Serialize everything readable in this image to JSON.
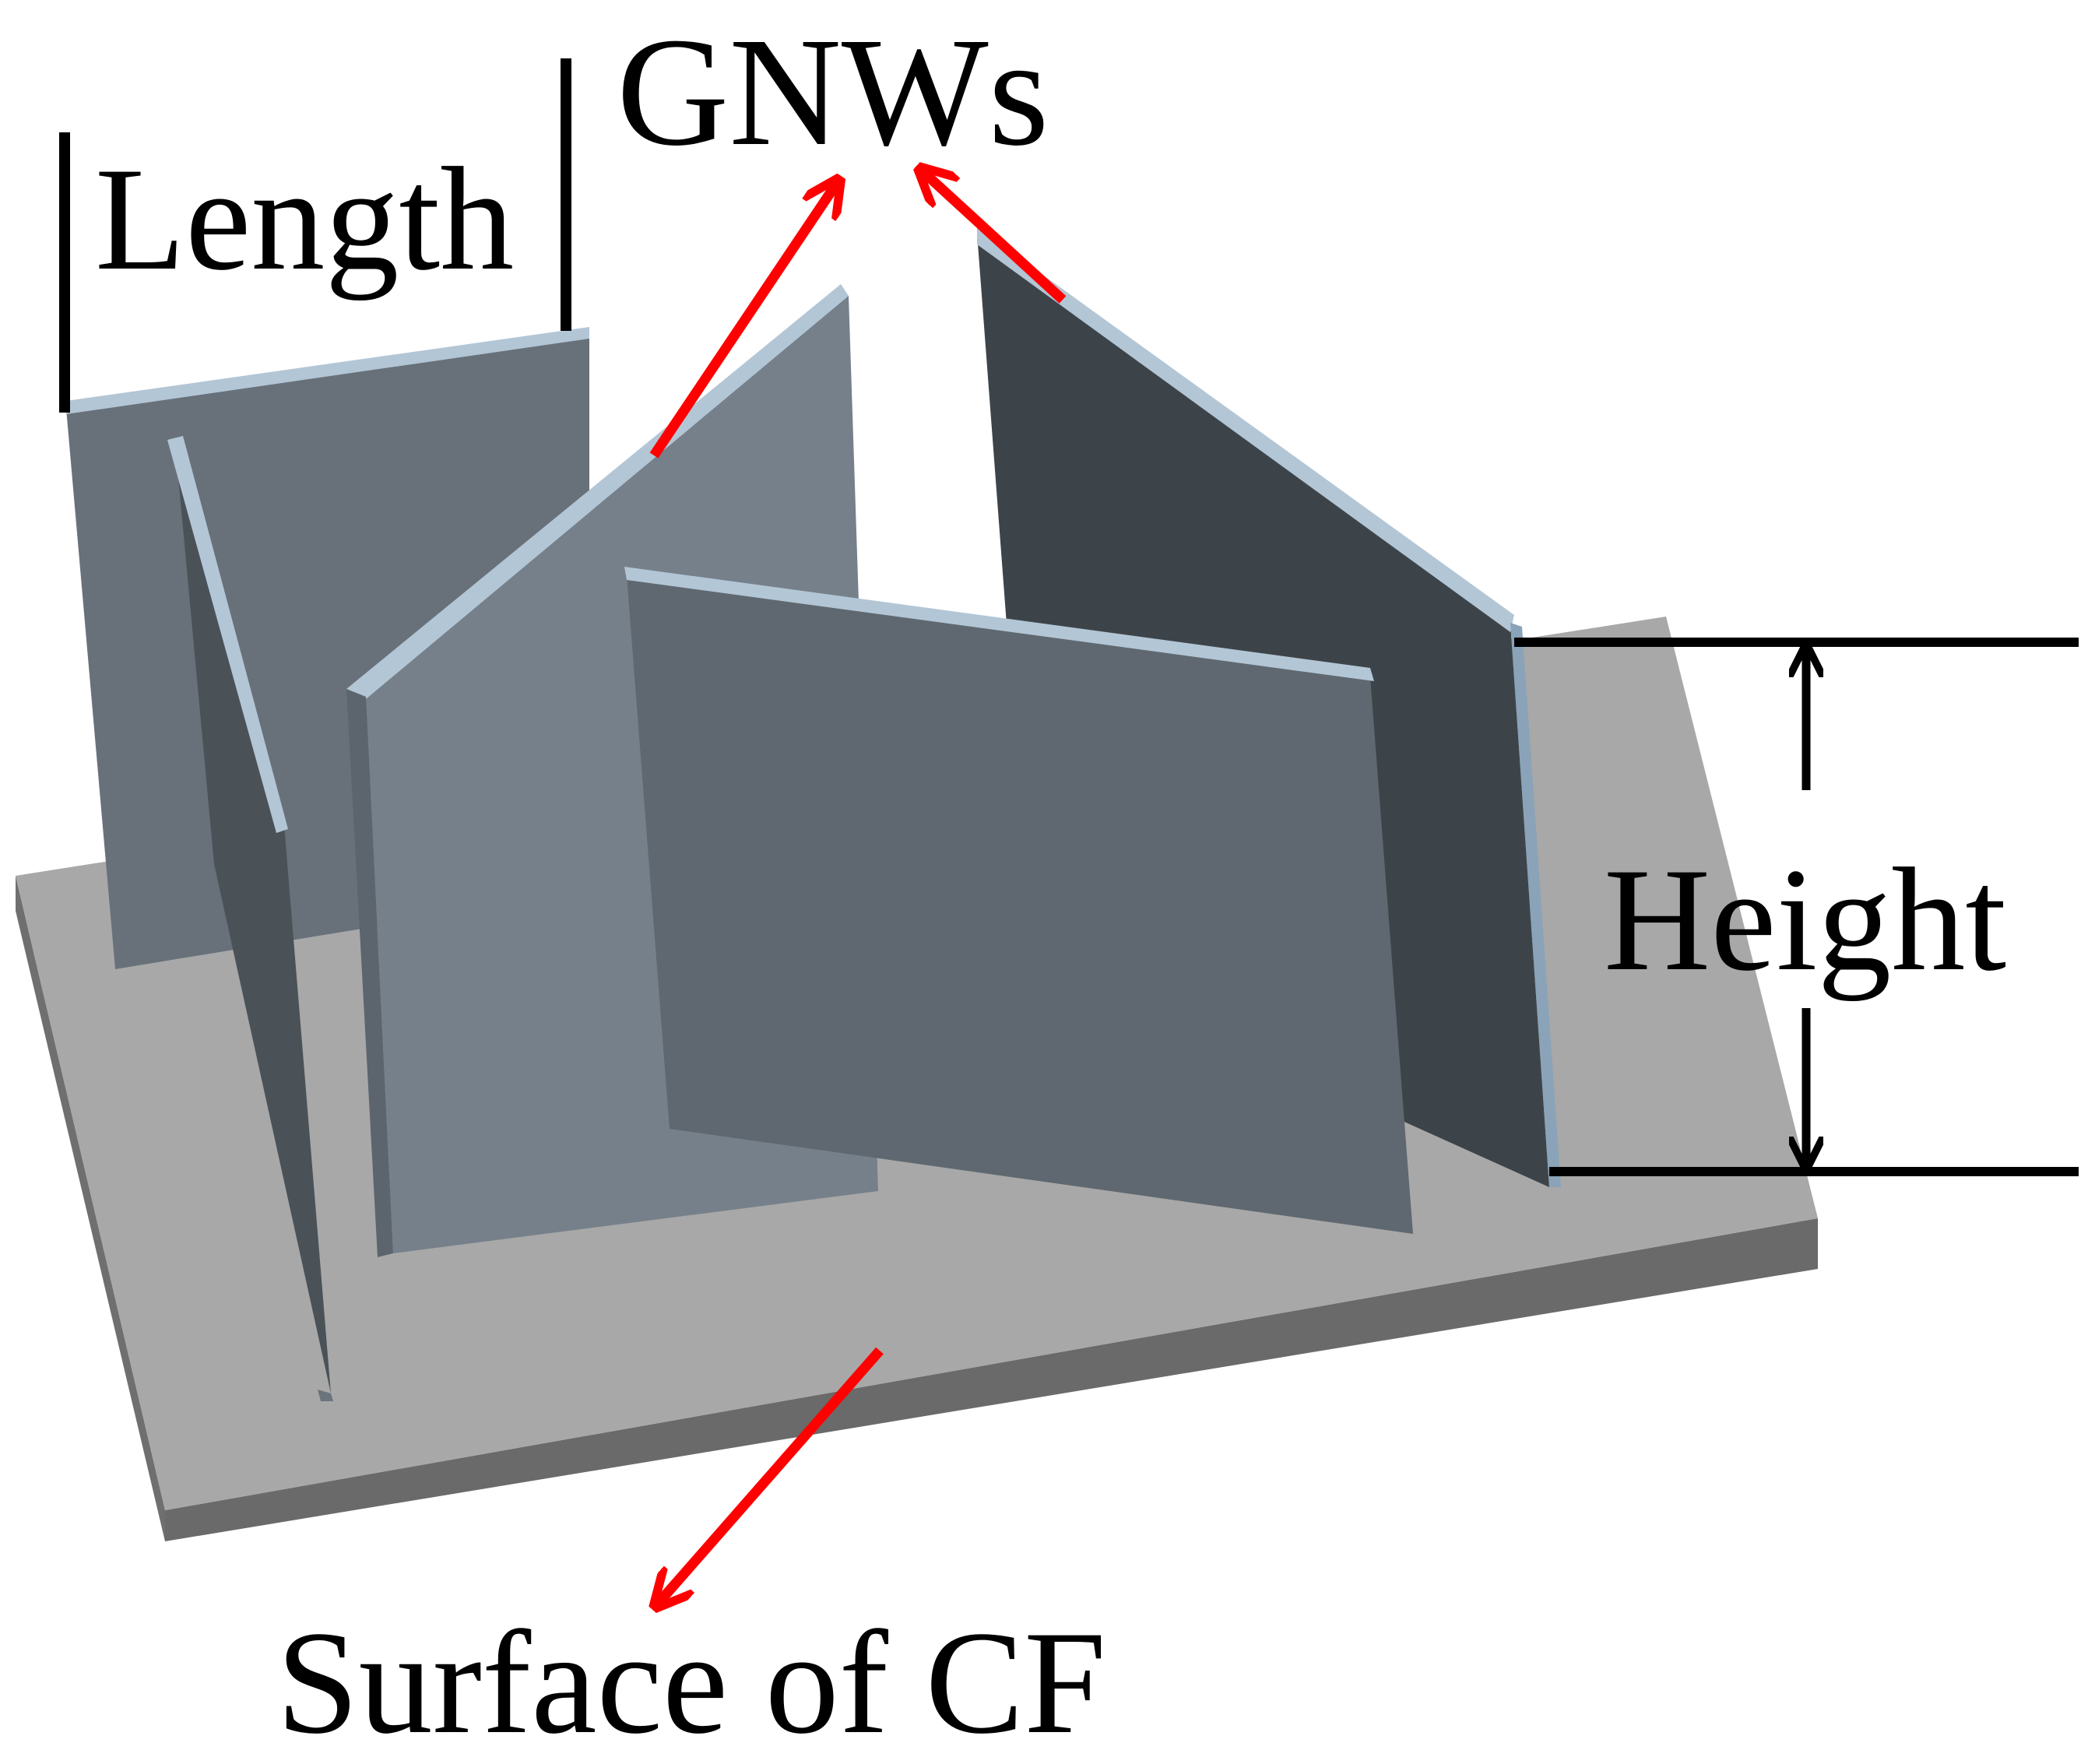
{
  "labels": {
    "gnws": "GNWs",
    "length": "Length",
    "height": "Height",
    "surface": "Surface of CF"
  },
  "colors": {
    "background": "#ffffff",
    "arrow_red": "#ff0000",
    "dimension_black": "#000000",
    "substrate_top": "#a8a8a8",
    "substrate_side": "#6f6f6f",
    "sheet_face": "#5f6870",
    "sheet_edge": "#b3c6d6"
  },
  "icons": {
    "sheet": "graphene-nanowall-sheet",
    "substrate": "carbon-fiber-surface-slab",
    "pointer": "red-arrow",
    "dimension": "double-headed-dimension-arrow"
  }
}
